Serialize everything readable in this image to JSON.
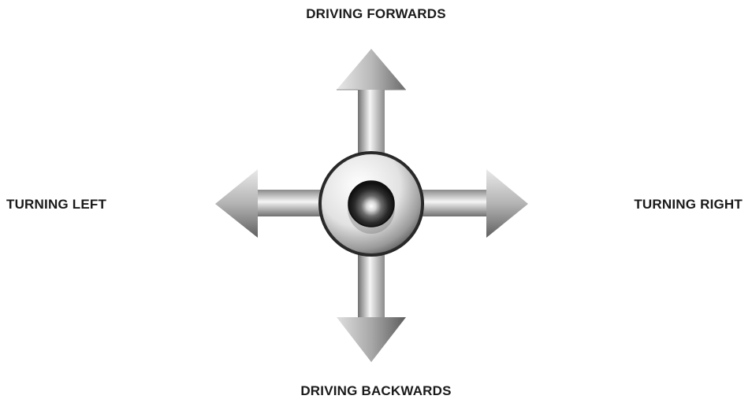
{
  "labels": {
    "forward": "DRIVING FORWARDS",
    "backward": "DRIVING BACKWARDS",
    "left": "TURNING LEFT",
    "right": "TURNING RIGHT"
  },
  "colors": {
    "arrow_light": "#f7f7f7",
    "arrow_mid": "#b8b8b8",
    "arrow_dark": "#6e6e6e",
    "knob_dark": "#1e1e1e",
    "text": "#1a1a1a"
  }
}
